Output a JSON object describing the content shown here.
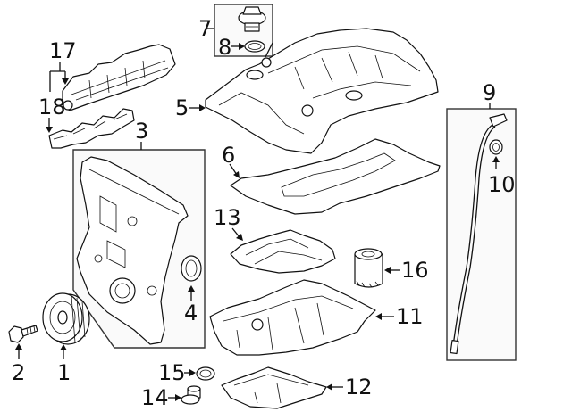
{
  "diagram": {
    "type": "exploded-parts-diagram",
    "parts": [
      {
        "callout": "1",
        "name": "crankshaft-pulley"
      },
      {
        "callout": "2",
        "name": "pulley-bolt"
      },
      {
        "callout": "3",
        "name": "timing-cover"
      },
      {
        "callout": "4",
        "name": "front-crank-seal"
      },
      {
        "callout": "5",
        "name": "valve-cover"
      },
      {
        "callout": "6",
        "name": "valve-cover-gasket"
      },
      {
        "callout": "7",
        "name": "oil-filler-cap"
      },
      {
        "callout": "8",
        "name": "filler-cap-seal"
      },
      {
        "callout": "9",
        "name": "oil-dipstick"
      },
      {
        "callout": "10",
        "name": "dipstick-o-ring"
      },
      {
        "callout": "11",
        "name": "upper-oil-pan"
      },
      {
        "callout": "12",
        "name": "lower-oil-pan"
      },
      {
        "callout": "13",
        "name": "oil-baffle"
      },
      {
        "callout": "14",
        "name": "drain-plug"
      },
      {
        "callout": "15",
        "name": "drain-plug-gasket"
      },
      {
        "callout": "16",
        "name": "oil-filter"
      },
      {
        "callout": "17",
        "name": "intake-manifold"
      },
      {
        "callout": "18",
        "name": "intake-manifold-gasket"
      }
    ]
  },
  "labels": {
    "c1": "1",
    "c2": "2",
    "c3": "3",
    "c4": "4",
    "c5": "5",
    "c6": "6",
    "c7": "7",
    "c8": "8",
    "c9": "9",
    "c10": "10",
    "c11": "11",
    "c12": "12",
    "c13": "13",
    "c14": "14",
    "c15": "15",
    "c16": "16",
    "c17": "17",
    "c18": "18"
  }
}
